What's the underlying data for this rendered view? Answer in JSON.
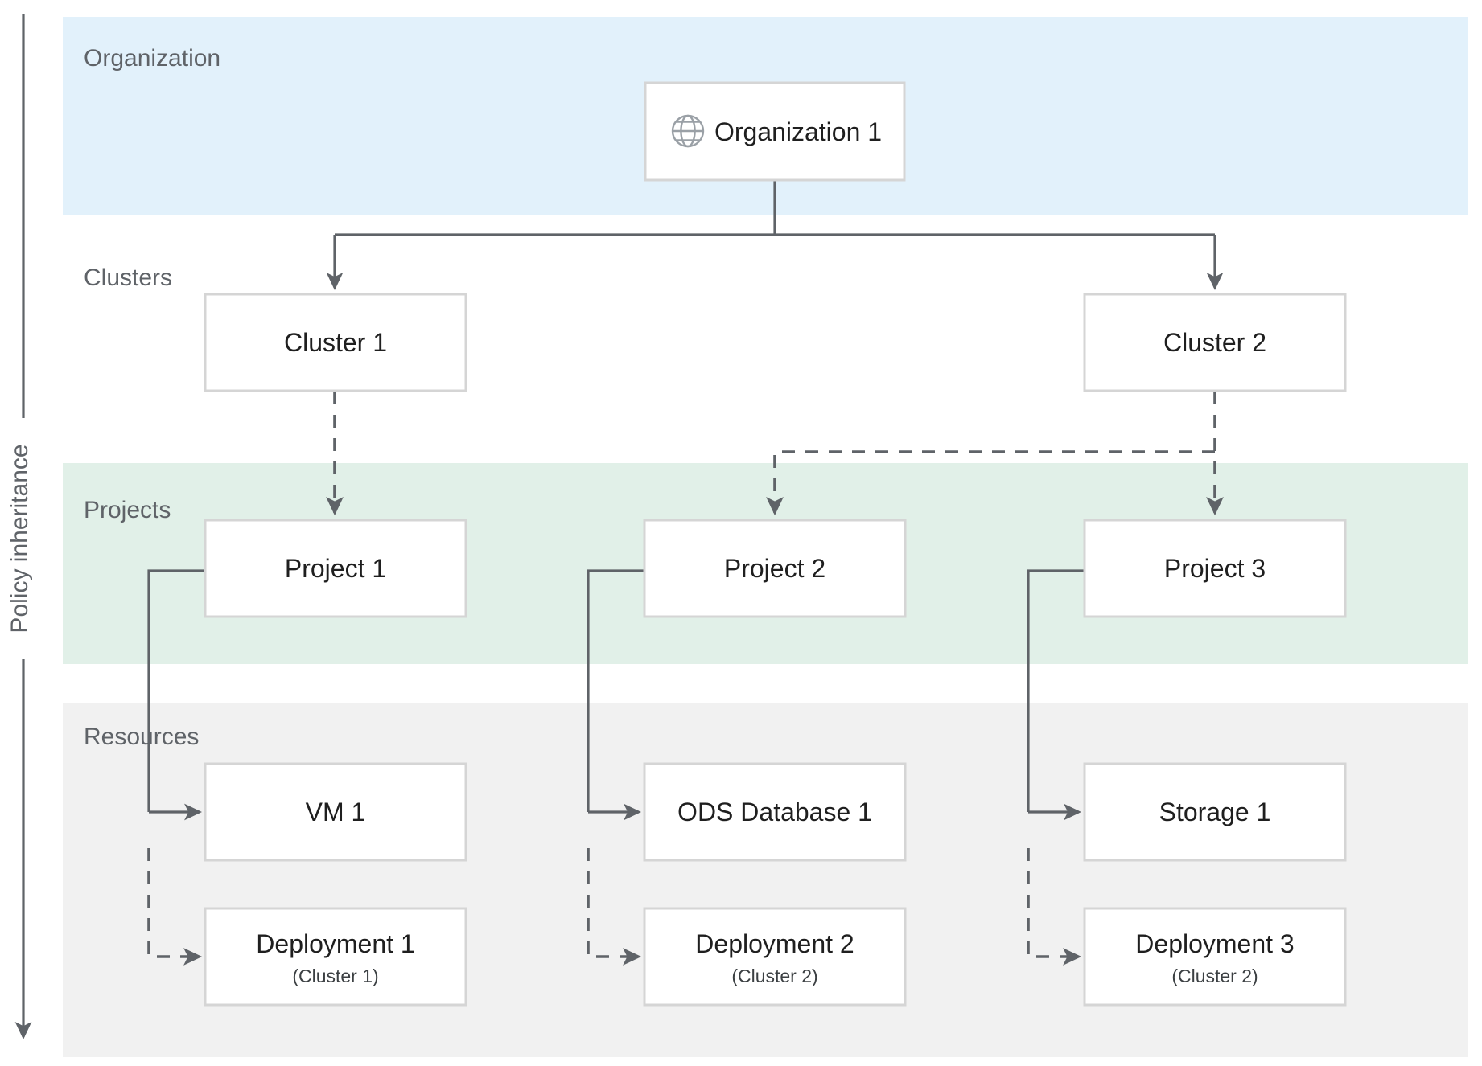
{
  "axis": {
    "label": "Policy inheritance",
    "direction": "down"
  },
  "bands": [
    {
      "id": "organization",
      "label": "Organization",
      "color": "#e2f1fb"
    },
    {
      "id": "clusters",
      "label": "Clusters",
      "color": "#ffffff"
    },
    {
      "id": "projects",
      "label": "Projects",
      "color": "#e1f0e8"
    },
    {
      "id": "resources",
      "label": "Resources",
      "color": "#f1f1f1"
    }
  ],
  "nodes": {
    "organization_1": {
      "label": "Organization 1",
      "icon": "globe-icon"
    },
    "cluster_1": {
      "label": "Cluster 1"
    },
    "cluster_2": {
      "label": "Cluster 2"
    },
    "project_1": {
      "label": "Project 1"
    },
    "project_2": {
      "label": "Project 2"
    },
    "project_3": {
      "label": "Project 3"
    },
    "vm_1": {
      "label": "VM 1"
    },
    "ods_database_1": {
      "label": "ODS Database 1"
    },
    "storage_1": {
      "label": "Storage 1"
    },
    "deployment_1": {
      "label": "Deployment 1",
      "sublabel": "(Cluster 1)"
    },
    "deployment_2": {
      "label": "Deployment 2",
      "sublabel": "(Cluster 2)"
    },
    "deployment_3": {
      "label": "Deployment 3",
      "sublabel": "(Cluster 2)"
    }
  },
  "edges": [
    {
      "from": "organization_1",
      "to": "cluster_1",
      "style": "solid"
    },
    {
      "from": "organization_1",
      "to": "cluster_2",
      "style": "solid"
    },
    {
      "from": "cluster_1",
      "to": "project_1",
      "style": "dashed"
    },
    {
      "from": "cluster_2",
      "to": "project_2",
      "style": "dashed"
    },
    {
      "from": "cluster_2",
      "to": "project_3",
      "style": "dashed"
    },
    {
      "from": "project_1",
      "to": "vm_1",
      "style": "solid"
    },
    {
      "from": "project_1",
      "to": "deployment_1",
      "style": "dashed"
    },
    {
      "from": "project_2",
      "to": "ods_database_1",
      "style": "solid"
    },
    {
      "from": "project_2",
      "to": "deployment_2",
      "style": "dashed"
    },
    {
      "from": "project_3",
      "to": "storage_1",
      "style": "solid"
    },
    {
      "from": "project_3",
      "to": "deployment_3",
      "style": "dashed"
    }
  ],
  "colors": {
    "organization_band": "#e2f1fb",
    "projects_band": "#e1f0e8",
    "resources_band": "#f1f1f1",
    "node_border": "#d5d5d5",
    "edge": "#5f6368",
    "label_text": "#5f6368",
    "node_text": "#1f1f1f"
  }
}
